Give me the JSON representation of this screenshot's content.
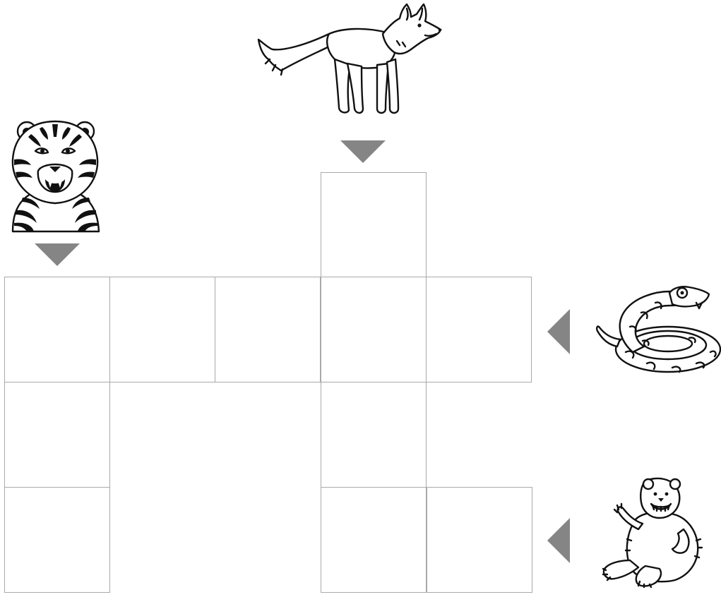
{
  "puzzle": {
    "type": "crossword-picture-puzzle",
    "grid_rows": 4,
    "grid_cols": 5,
    "cells": [
      {
        "row": 0,
        "col": 3
      },
      {
        "row": 1,
        "col": 0
      },
      {
        "row": 1,
        "col": 1
      },
      {
        "row": 1,
        "col": 2
      },
      {
        "row": 1,
        "col": 3
      },
      {
        "row": 1,
        "col": 4
      },
      {
        "row": 2,
        "col": 0
      },
      {
        "row": 2,
        "col": 3
      },
      {
        "row": 3,
        "col": 0
      },
      {
        "row": 3,
        "col": 3
      },
      {
        "row": 3,
        "col": 4
      }
    ],
    "clues": [
      {
        "animal": "tiger",
        "icon": "tiger-icon",
        "direction": "down",
        "start": {
          "row": 1,
          "col": 0
        },
        "length": 3
      },
      {
        "animal": "wolf",
        "icon": "wolf-icon",
        "direction": "down",
        "start": {
          "row": 0,
          "col": 3
        },
        "length": 4
      },
      {
        "animal": "snake",
        "icon": "snake-icon",
        "direction": "across",
        "start": {
          "row": 1,
          "col": 0
        },
        "length": 5
      },
      {
        "animal": "bear",
        "icon": "bear-icon",
        "direction": "across",
        "start": {
          "row": 3,
          "col": 3
        },
        "length": 2
      }
    ]
  },
  "colors": {
    "cell_border": "#a9a9a9",
    "arrow": "#858585",
    "ink": "#111111",
    "background": "#ffffff"
  }
}
